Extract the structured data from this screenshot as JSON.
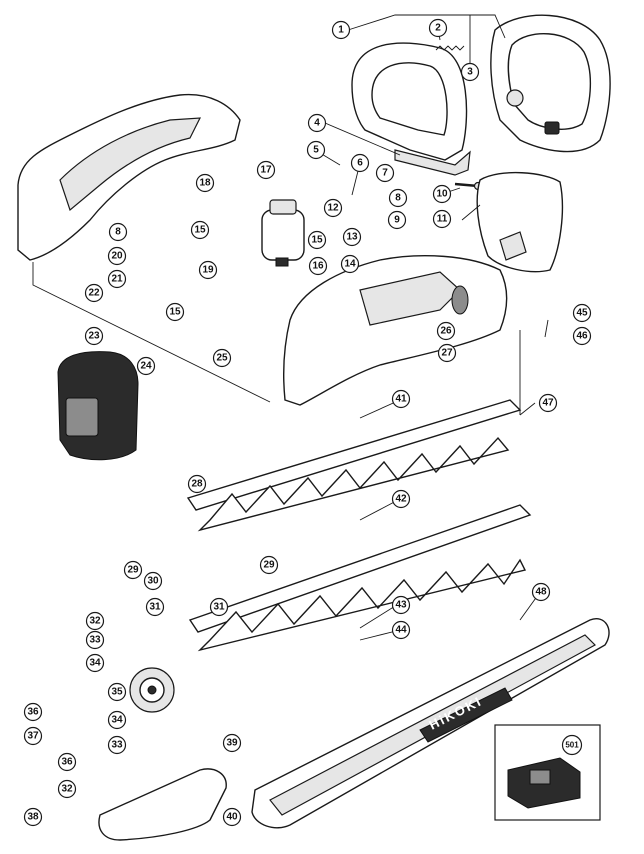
{
  "figure": {
    "type": "exploded-parts-diagram",
    "brand_mark": "HiKOKI",
    "callouts": [
      "1",
      "2",
      "3",
      "4",
      "5",
      "6",
      "7",
      "8",
      "9",
      "10",
      "11",
      "12",
      "13",
      "14",
      "15",
      "16",
      "17",
      "18",
      "19",
      "20",
      "21",
      "22",
      "23",
      "24",
      "25",
      "26",
      "27",
      "28",
      "29",
      "30",
      "31",
      "32",
      "33",
      "34",
      "35",
      "36",
      "37",
      "38",
      "39",
      "40",
      "41",
      "42",
      "43",
      "44",
      "45",
      "46",
      "47",
      "48",
      "501"
    ]
  },
  "colors": {
    "line": "#1a1a1a",
    "background": "#ffffff",
    "dark_part": "#2b2b2b",
    "grey_part": "#8c8c8c"
  }
}
